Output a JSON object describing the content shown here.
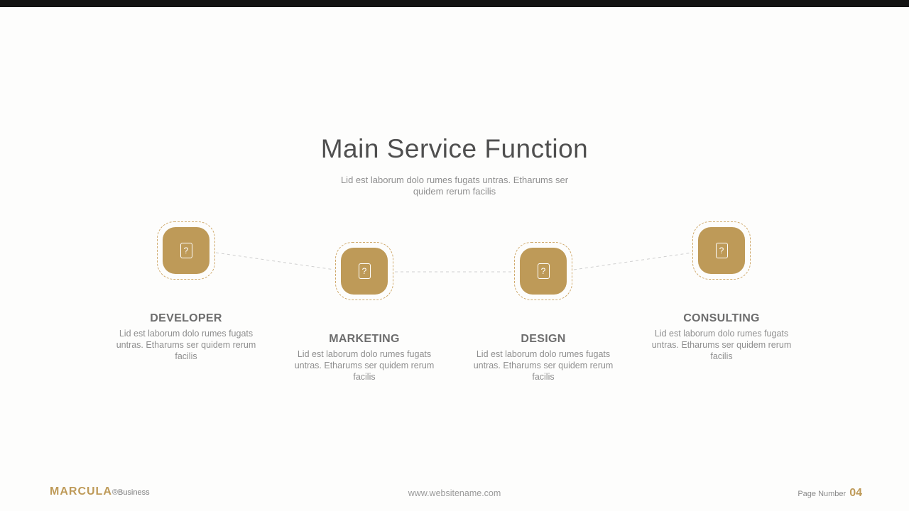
{
  "slide": {
    "title": "Main Service Function",
    "subtitle": "Lid est laborum dolo rumes fugats untras. Etharums ser quidem rerum facilis"
  },
  "services": [
    {
      "name": "DEVELOPER",
      "description": "Lid est laborum dolo rumes fugats untras. Etharums ser quidem rerum facilis",
      "icon_glyph": "?"
    },
    {
      "name": "MARKETING",
      "description": "Lid est laborum dolo rumes fugats untras. Etharums ser quidem rerum facilis",
      "icon_glyph": "?"
    },
    {
      "name": "DESIGN",
      "description": "Lid est laborum dolo rumes fugats untras. Etharums ser quidem rerum facilis",
      "icon_glyph": "?"
    },
    {
      "name": "CONSULTING",
      "description": "Lid est laborum dolo rumes fugats untras. Etharums ser quidem rerum facilis",
      "icon_glyph": "?"
    }
  ],
  "footer": {
    "brand": "MARCULA",
    "brand_suffix": "®Business",
    "website": "www.websitename.com",
    "page_label": "Page Number",
    "page_number": "04"
  },
  "colors": {
    "accent": "#be9a58",
    "topbar": "#141414",
    "title": "#4f4f4f",
    "body_text": "#8f8f8f"
  }
}
